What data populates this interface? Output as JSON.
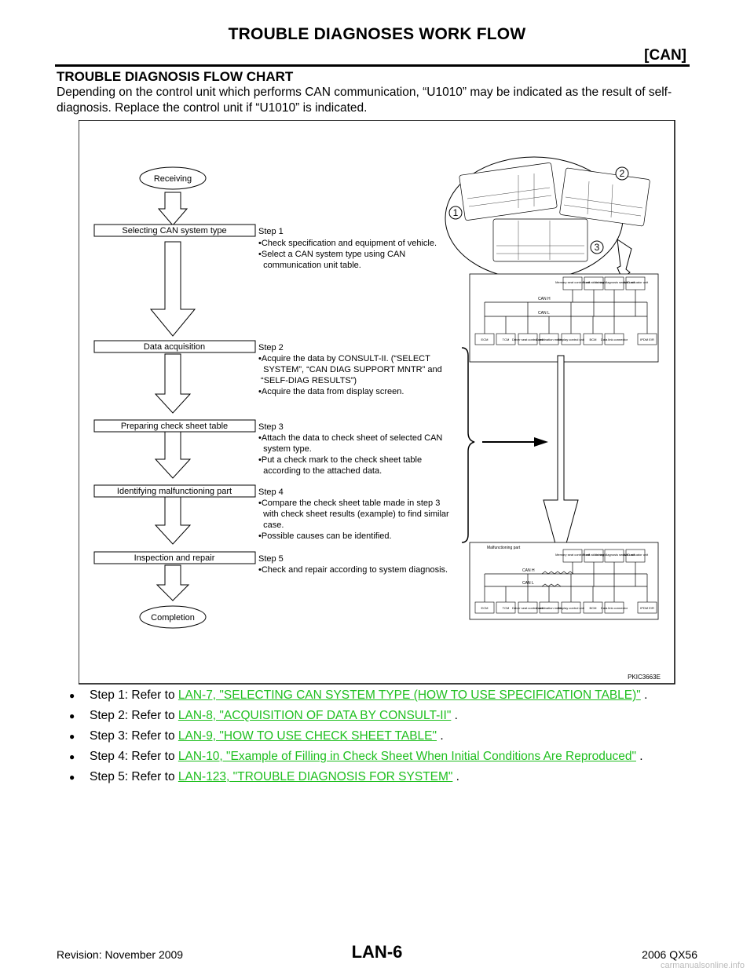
{
  "header": {
    "title": "TROUBLE DIAGNOSES WORK FLOW",
    "section": "[CAN]"
  },
  "section_heading": "TROUBLE DIAGNOSIS FLOW CHART",
  "intro": "Depending on the control unit which performs CAN communication, “U1010” may be indicated as the result of self-diagnosis. Replace the control unit if “U1010” is indicated.",
  "flow": {
    "start": "Receiving",
    "end": "Completion",
    "stages": [
      "Selecting CAN system type",
      "Data acquisition",
      "Preparing check sheet table",
      "Identifying malfunctioning part",
      "Inspection and repair"
    ],
    "step_notes": [
      {
        "title": "Step 1",
        "lines": [
          "•Check specification and equipment of vehicle.",
          "•Select a CAN system type using CAN",
          "  communication unit table."
        ]
      },
      {
        "title": "Step 2",
        "lines": [
          "•Acquire the data by CONSULT-II. (“SELECT",
          "  SYSTEM”, “CAN DIAG SUPPORT MNTR” and",
          " “SELF-DIAG RESULTS”)",
          "•Acquire the data from display screen."
        ]
      },
      {
        "title": "Step 3",
        "lines": [
          "•Attach the data to check sheet of selected CAN",
          "  system type.",
          "•Put a check mark to the check sheet table",
          "  according to the attached data."
        ]
      },
      {
        "title": "Step 4",
        "lines": [
          "•Compare the check sheet table made in step 3",
          "  with check sheet results (example) to find similar",
          "  case.",
          "•Possible causes can be identified."
        ]
      },
      {
        "title": "Step 5",
        "lines": [
          "•Check and repair according to system diagnosis."
        ]
      }
    ],
    "callouts": [
      "1",
      "2",
      "3"
    ],
    "figure_id": "PKIC3663E"
  },
  "diagram_units": {
    "top_row": [
      "Memory seat control unit",
      "Front air control",
      "Air bag diagnosis sensor unit",
      "AWD actuator unit"
    ],
    "bottom_row": [
      "ECM",
      "TCM",
      "Driver seat control unit",
      "Combination meter",
      "Display control unit",
      "BCM",
      "Data link connector",
      "IPDM E/R"
    ],
    "bus_labels": [
      "CAN H",
      "CAN L"
    ],
    "malfunction_label": "Malfunctioning part"
  },
  "references": [
    {
      "prefix": "Step 1: Refer to ",
      "link": "LAN-7, \"SELECTING CAN SYSTEM TYPE (HOW TO USE SPECIFICATION TABLE)\"",
      "suffix": " ."
    },
    {
      "prefix": "Step 2: Refer to ",
      "link": "LAN-8, \"ACQUISITION OF DATA BY CONSULT-II\"",
      "suffix": " ."
    },
    {
      "prefix": "Step 3: Refer to ",
      "link": "LAN-9, \"HOW TO USE CHECK SHEET TABLE\"",
      "suffix": " ."
    },
    {
      "prefix": "Step 4: Refer to ",
      "link": "LAN-10, \"Example of Filling in Check Sheet When Initial Conditions Are Reproduced\"",
      "suffix": " ."
    },
    {
      "prefix": "Step 5: Refer to ",
      "link": "LAN-123, \"TROUBLE DIAGNOSIS FOR SYSTEM\"",
      "suffix": " ."
    }
  ],
  "footer": {
    "revision": "Revision: November 2009",
    "page": "LAN-6",
    "model": "2006 QX56",
    "watermark": "carmanualsonline.info"
  }
}
